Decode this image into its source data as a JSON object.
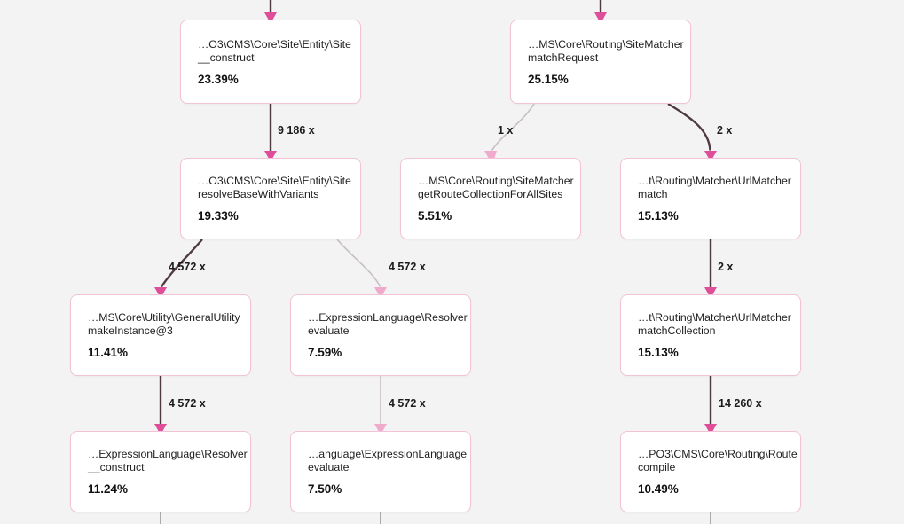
{
  "view": {
    "kind": "profiler-call-graph",
    "background_color": "#f4f3f3"
  },
  "colors": {
    "node_border": "#f2c3d7",
    "node_background": "#ffffff",
    "edge_heavy": "#4f3a43",
    "edge_light": "#c7bfc3",
    "edge_stub": "#a5a0a3",
    "arrowhead_heavy": "#df4f99",
    "arrowhead_light": "#f0abcc",
    "text": "#1f1f1f"
  },
  "nodes": [
    {
      "class_name": "…O3\\CMS\\Core\\Site\\Entity\\Site",
      "method": "__construct",
      "percent": "23.39%"
    },
    {
      "class_name": "…MS\\Core\\Routing\\SiteMatcher",
      "method": "matchRequest",
      "percent": "25.15%"
    },
    {
      "class_name": "…O3\\CMS\\Core\\Site\\Entity\\Site",
      "method": "resolveBaseWithVariants",
      "percent": "19.33%"
    },
    {
      "class_name": "…MS\\Core\\Routing\\SiteMatcher",
      "method": "getRouteCollectionForAllSites",
      "percent": "5.51%"
    },
    {
      "class_name": "…t\\Routing\\Matcher\\UrlMatcher",
      "method": "match",
      "percent": "15.13%"
    },
    {
      "class_name": "…MS\\Core\\Utility\\GeneralUtility",
      "method": "makeInstance@3",
      "percent": "11.41%"
    },
    {
      "class_name": "…ExpressionLanguage\\Resolver",
      "method": "evaluate",
      "percent": "7.59%"
    },
    {
      "class_name": "…t\\Routing\\Matcher\\UrlMatcher",
      "method": "matchCollection",
      "percent": "15.13%"
    },
    {
      "class_name": "…ExpressionLanguage\\Resolver",
      "method": "__construct",
      "percent": "11.24%"
    },
    {
      "class_name": "…anguage\\ExpressionLanguage",
      "method": "evaluate",
      "percent": "7.50%"
    },
    {
      "class_name": "…PO3\\CMS\\Core\\Routing\\Route",
      "method": "compile",
      "percent": "10.49%"
    }
  ],
  "edges": [
    {
      "from": "Site::__construct",
      "to": "Site::resolveBaseWithVariants",
      "count": "9 186 x",
      "weight": "heavy"
    },
    {
      "from": "SiteMatcher::matchRequest",
      "to": "SiteMatcher::getRouteCollectionForAllSites",
      "count": "1 x",
      "weight": "light"
    },
    {
      "from": "SiteMatcher::matchRequest",
      "to": "UrlMatcher::match",
      "count": "2 x",
      "weight": "heavy"
    },
    {
      "from": "Site::resolveBaseWithVariants",
      "to": "GeneralUtility::makeInstance@3",
      "count": "4 572 x",
      "weight": "heavy"
    },
    {
      "from": "Site::resolveBaseWithVariants",
      "to": "Resolver::evaluate",
      "count": "4 572 x",
      "weight": "light"
    },
    {
      "from": "UrlMatcher::match",
      "to": "UrlMatcher::matchCollection",
      "count": "2 x",
      "weight": "heavy"
    },
    {
      "from": "GeneralUtility::makeInstance@3",
      "to": "Resolver::__construct",
      "count": "4 572 x",
      "weight": "heavy"
    },
    {
      "from": "Resolver::evaluate",
      "to": "ExpressionLanguage::evaluate",
      "count": "4 572 x",
      "weight": "light"
    },
    {
      "from": "UrlMatcher::matchCollection",
      "to": "Route::compile",
      "count": "14 260 x",
      "weight": "heavy"
    }
  ]
}
